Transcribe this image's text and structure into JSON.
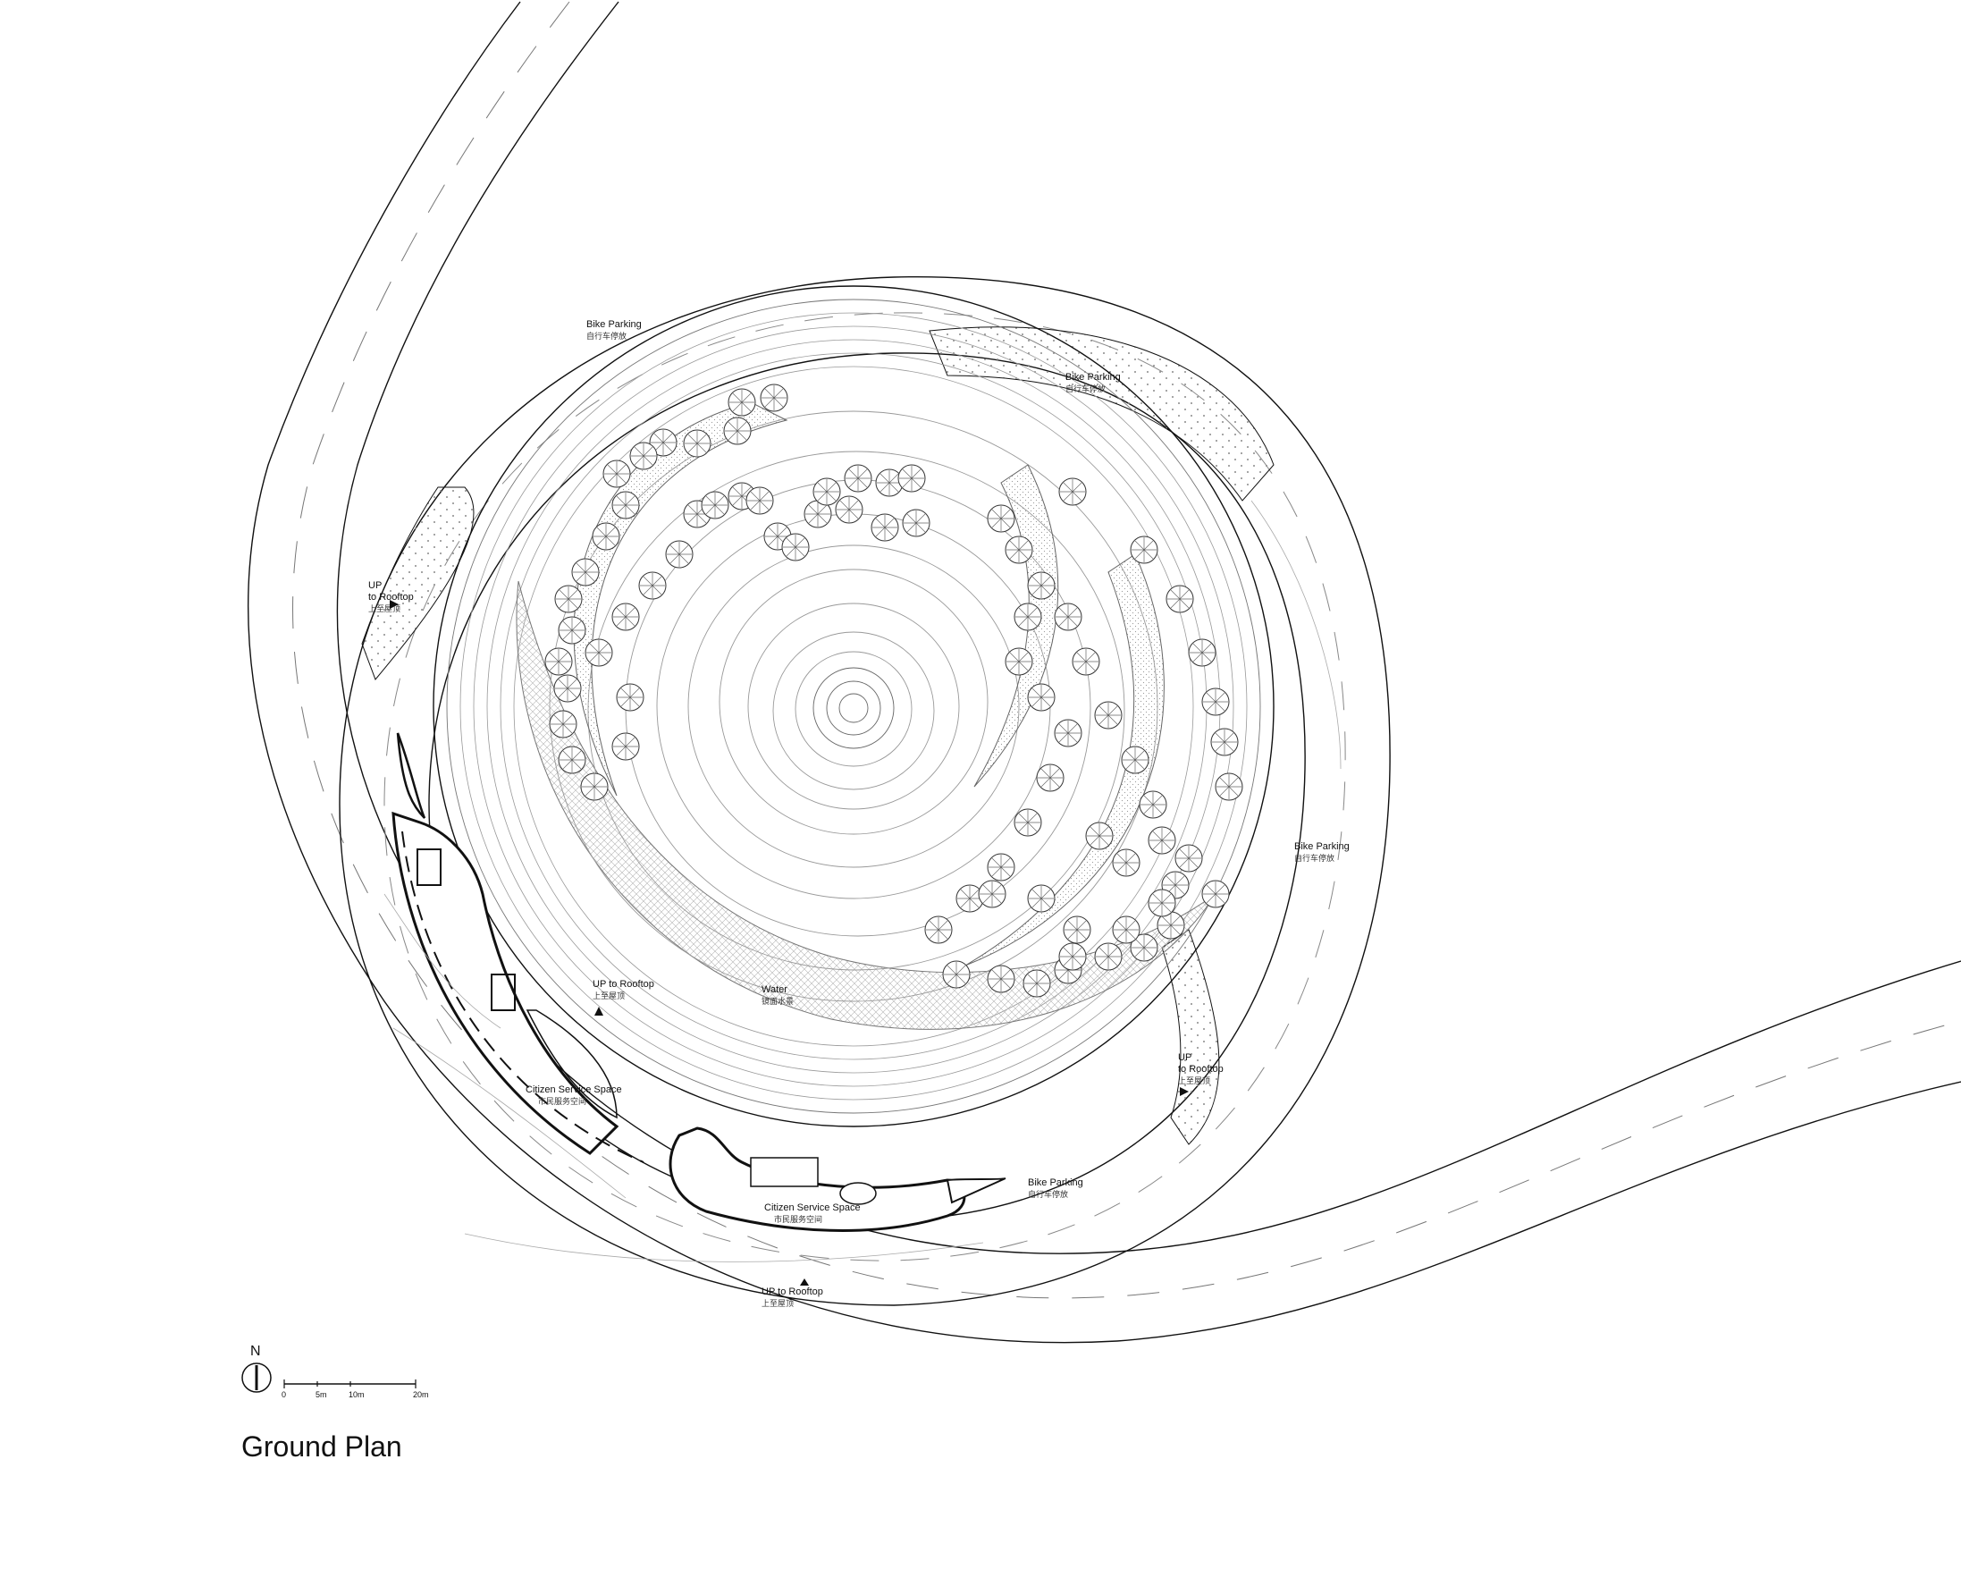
{
  "title": "Ground Plan",
  "labels": {
    "bike_parking_nw": {
      "en": "Bike Parking",
      "cn": "自行车停放"
    },
    "bike_parking_n": {
      "en": "Bike Parking",
      "cn": "自行车停放"
    },
    "bike_parking_e": {
      "en": "Bike Parking",
      "cn": "自行车停放"
    },
    "bike_parking_s": {
      "en": "Bike Parking",
      "cn": "自行车停放"
    },
    "up_rooftop_w": {
      "l1": "UP",
      "l2": "to Rooftop",
      "cn": "上至屋顶"
    },
    "up_rooftop_c": {
      "en": "UP to Rooftop",
      "cn": "上至屋顶"
    },
    "up_rooftop_e": {
      "l1": "UP",
      "l2": "to Rooftop",
      "cn": "上至屋顶"
    },
    "up_rooftop_s": {
      "en": "UP to Rooftop",
      "cn": "上至屋顶"
    },
    "water": {
      "en": "Water",
      "cn": "镜面水景"
    },
    "citizen_1": {
      "en": "Citizen Service Space",
      "cn": "市民服务空间"
    },
    "citizen_2": {
      "en": "Citizen Service Space",
      "cn": "市民服务空间"
    }
  },
  "north": "N",
  "scale_bar": [
    "0",
    "5m",
    "10m",
    "20m"
  ],
  "colors": {
    "line": "#111111",
    "light": "#9a9a9a",
    "hatch": "#bdbdbd"
  }
}
